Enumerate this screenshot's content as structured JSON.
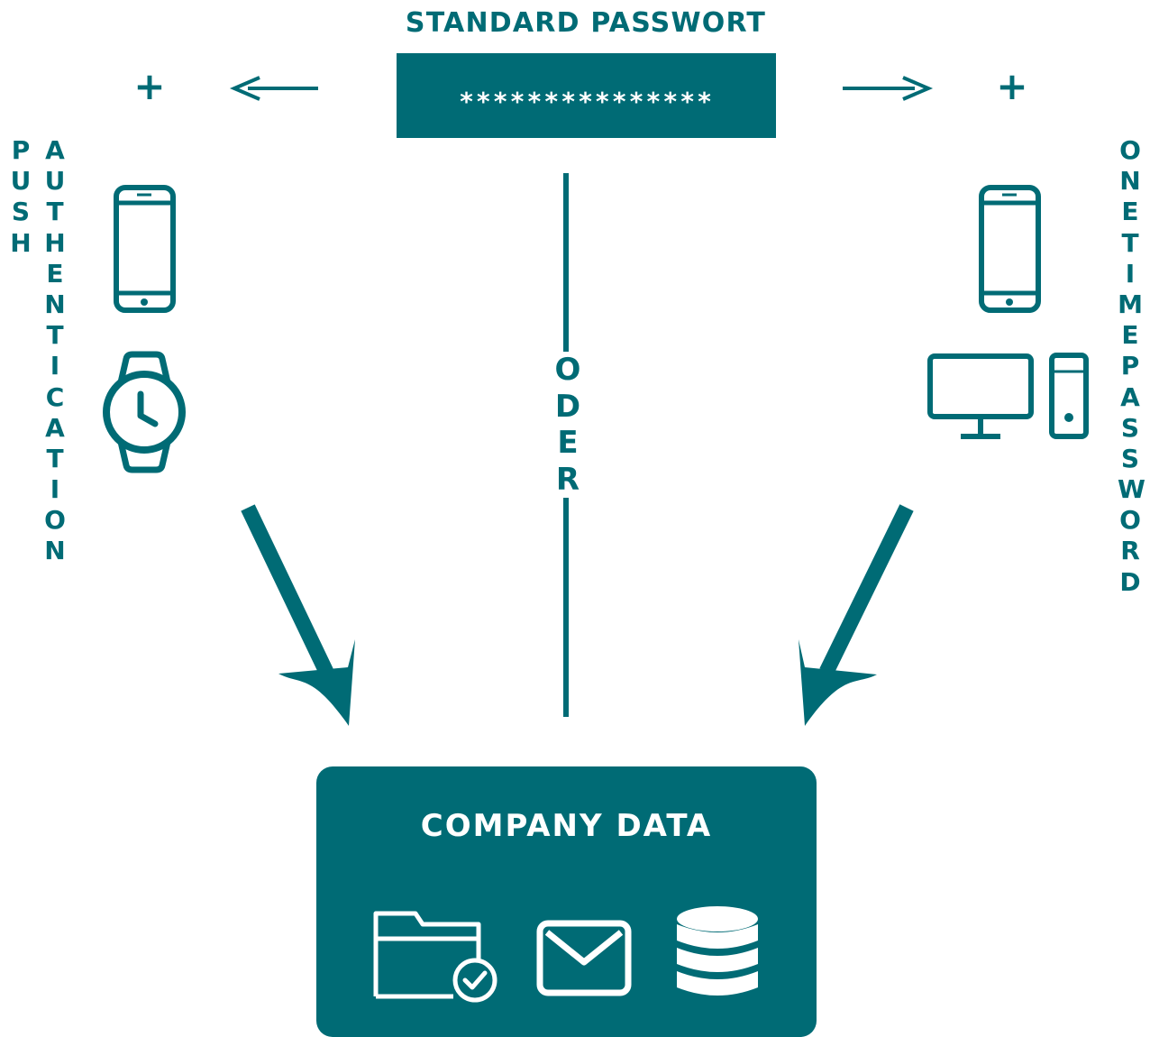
{
  "colors": {
    "accent": "#006B75",
    "on_accent": "#FFFFFF",
    "background": "#FFFFFF"
  },
  "header": {
    "title": "STANDARD PASSWORT",
    "password_mask": "***************"
  },
  "connectors": {
    "plus_left": "+",
    "plus_right": "+",
    "center_label": "ODER"
  },
  "left_branch": {
    "label_col1": "PUSH",
    "label_col2": "AUTHENTICATION",
    "icons": [
      "smartphone-icon",
      "smartwatch-icon"
    ]
  },
  "right_branch": {
    "label": "ONETIMEPASSWORD",
    "icons": [
      "smartphone-icon",
      "desktop-computer-icon"
    ]
  },
  "target": {
    "title": "COMPANY DATA",
    "icons": [
      "folder-check-icon",
      "envelope-icon",
      "database-icon"
    ]
  }
}
